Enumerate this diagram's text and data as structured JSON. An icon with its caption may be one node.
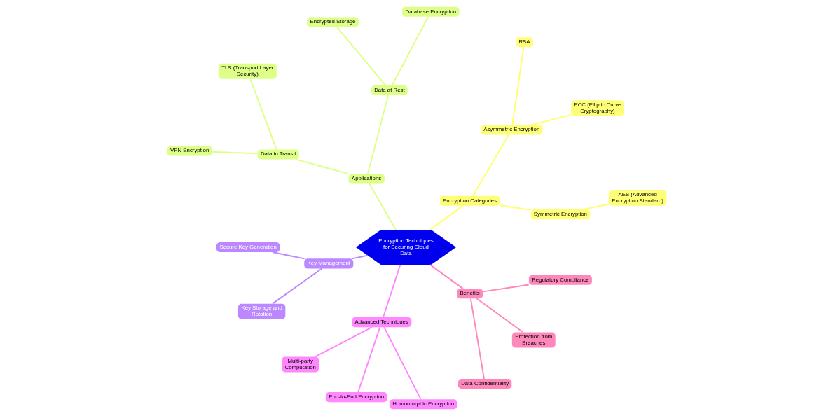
{
  "diagram": {
    "nodes": [
      {
        "text": [
          "Encryption Techniques for Securing Cloud Data"
        ]
      },
      {
        "text": [
          "Encryption Categories"
        ]
      },
      {
        "text": [
          "Symmetric Encryption"
        ]
      },
      {
        "text": [
          "AES (Advanced Encryption Standard)"
        ]
      },
      {
        "text": [
          "Asymmetric Encryption"
        ]
      },
      {
        "text": [
          "ECC (Elliptic Curve Cryptography)"
        ]
      },
      {
        "text": [
          "RSA"
        ]
      },
      {
        "text": [
          "Applications"
        ]
      },
      {
        "text": [
          "Data at Rest"
        ]
      },
      {
        "text": [
          "Database Encryption"
        ]
      },
      {
        "text": [
          "Encrypted Storage"
        ]
      },
      {
        "text": [
          "Data in Transit"
        ]
      },
      {
        "text": [
          "TLS (Transport Layer Security)"
        ]
      },
      {
        "text": [
          "VPN Encryption"
        ]
      },
      {
        "text": [
          "Key Management"
        ]
      },
      {
        "text": [
          "Secure Key Generation"
        ]
      },
      {
        "text": [
          "Key Storage and Rotation"
        ]
      },
      {
        "text": [
          "Advanced Techniques"
        ]
      },
      {
        "text": [
          "Multi-party Computation"
        ]
      },
      {
        "text": [
          "End-to-End Encryption"
        ]
      },
      {
        "text": [
          "Homomorphic Encryption"
        ]
      },
      {
        "text": [
          "Benefits"
        ]
      },
      {
        "text": [
          "Data Confidentiality"
        ]
      },
      {
        "text": [
          "Protection from Breaches"
        ]
      },
      {
        "text": [
          "Regulatory Compliance"
        ]
      }
    ],
    "edges": [
      {
        "from": 0,
        "to": 1,
        "arrow": "none",
        "color": "#ffff66"
      },
      {
        "from": 1,
        "to": 2,
        "arrow": "none",
        "color": "#ffff66"
      },
      {
        "from": 2,
        "to": 3,
        "arrow": "none",
        "color": "#ffff66"
      },
      {
        "from": 1,
        "to": 4,
        "arrow": "none",
        "color": "#ffff66"
      },
      {
        "from": 4,
        "to": 5,
        "arrow": "none",
        "color": "#ffff66"
      },
      {
        "from": 4,
        "to": 6,
        "arrow": "none",
        "color": "#ffff66"
      },
      {
        "from": 0,
        "to": 7,
        "arrow": "none",
        "color": "#ddff88"
      },
      {
        "from": 7,
        "to": 8,
        "arrow": "none",
        "color": "#ddff88"
      },
      {
        "from": 8,
        "to": 9,
        "arrow": "none",
        "color": "#ddff88"
      },
      {
        "from": 8,
        "to": 10,
        "arrow": "none",
        "color": "#ddff88"
      },
      {
        "from": 7,
        "to": 11,
        "arrow": "none",
        "color": "#ddff88"
      },
      {
        "from": 11,
        "to": 12,
        "arrow": "none",
        "color": "#ddff88"
      },
      {
        "from": 11,
        "to": 13,
        "arrow": "none",
        "color": "#ddff88"
      },
      {
        "from": 0,
        "to": 14,
        "arrow": "none",
        "color": "#bb88ff"
      },
      {
        "from": 14,
        "to": 15,
        "arrow": "none",
        "color": "#bb88ff"
      },
      {
        "from": 14,
        "to": 16,
        "arrow": "none",
        "color": "#bb88ff"
      },
      {
        "from": 0,
        "to": 17,
        "arrow": "none",
        "color": "#ff88ff"
      },
      {
        "from": 17,
        "to": 18,
        "arrow": "none",
        "color": "#ff88ff"
      },
      {
        "from": 17,
        "to": 19,
        "arrow": "none",
        "color": "#ff88ff"
      },
      {
        "from": 17,
        "to": 20,
        "arrow": "none",
        "color": "#ff88ff"
      },
      {
        "from": 0,
        "to": 21,
        "arrow": "none",
        "color": "#ff88bb"
      },
      {
        "from": 21,
        "to": 22,
        "arrow": "none",
        "color": "#ff88bb"
      },
      {
        "from": 21,
        "to": 23,
        "arrow": "none",
        "color": "#ff88bb"
      },
      {
        "from": 21,
        "to": 24,
        "arrow": "none",
        "color": "#ff88bb"
      }
    ]
  }
}
